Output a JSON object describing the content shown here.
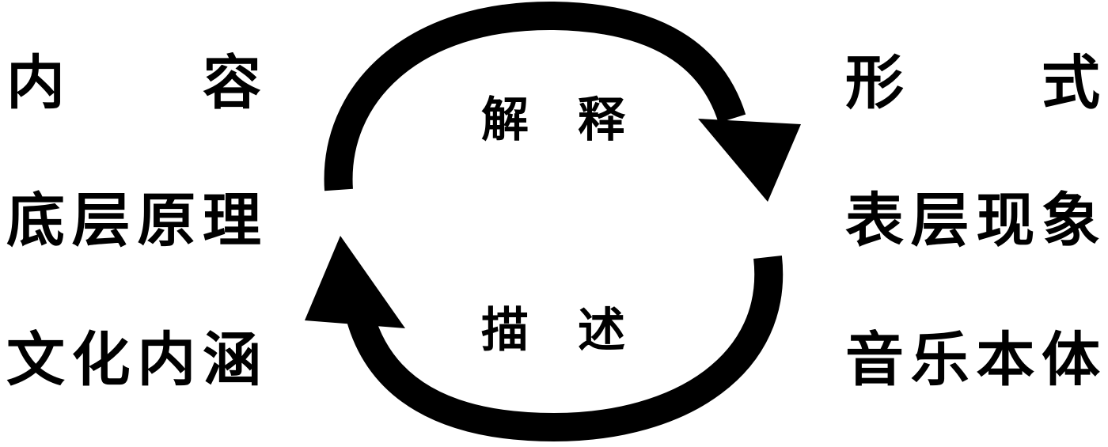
{
  "left_column": {
    "row1": [
      "内",
      "容"
    ],
    "row2": [
      "底",
      "层",
      "原",
      "理"
    ],
    "row3": [
      "文",
      "化",
      "内",
      "涵"
    ]
  },
  "right_column": {
    "row1": [
      "形",
      "式"
    ],
    "row2": [
      "表",
      "层",
      "现",
      "象"
    ],
    "row3": [
      "音",
      "乐",
      "本",
      "体"
    ]
  },
  "cycle": {
    "top_label": [
      "解",
      "释"
    ],
    "bottom_label": [
      "描",
      "述"
    ],
    "color": "#000000"
  }
}
